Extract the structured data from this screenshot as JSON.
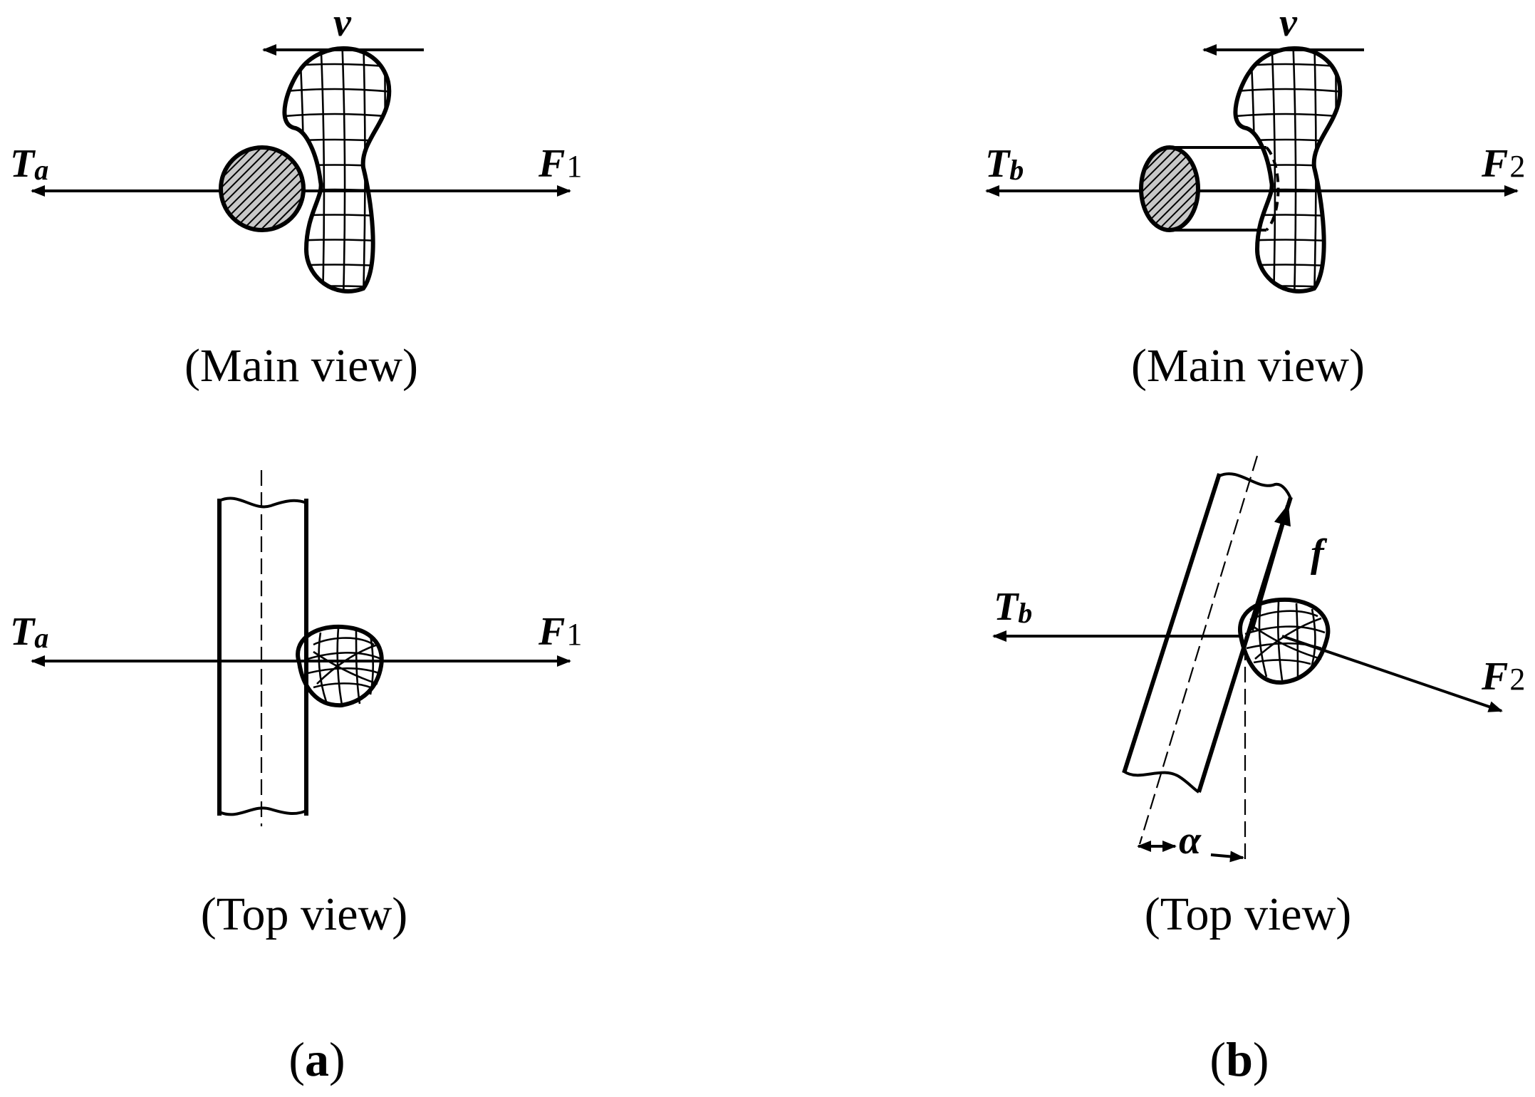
{
  "panel_a": {
    "velocity_label": "v",
    "main": {
      "left_force": {
        "symbol": "T",
        "subscript": "a"
      },
      "right_force": {
        "symbol": "F",
        "subscript": "1"
      },
      "caption": "(Main view)"
    },
    "top": {
      "left_force": {
        "symbol": "T",
        "subscript": "a"
      },
      "right_force": {
        "symbol": "F",
        "subscript": "1"
      },
      "caption": "(Top view)"
    },
    "label": {
      "open": "(",
      "letter": "a",
      "close": ")"
    }
  },
  "panel_b": {
    "velocity_label": "v",
    "main": {
      "left_force": {
        "symbol": "T",
        "subscript": "b"
      },
      "right_force": {
        "symbol": "F",
        "subscript": "2"
      },
      "caption": "(Main view)"
    },
    "top": {
      "left_force": {
        "symbol": "T",
        "subscript": "b"
      },
      "right_force": {
        "symbol": "F",
        "subscript": "2"
      },
      "friction_label": "f",
      "angle_label": "α",
      "caption": "(Top view)"
    },
    "label": {
      "open": "(",
      "letter": "b",
      "close": ")"
    }
  }
}
